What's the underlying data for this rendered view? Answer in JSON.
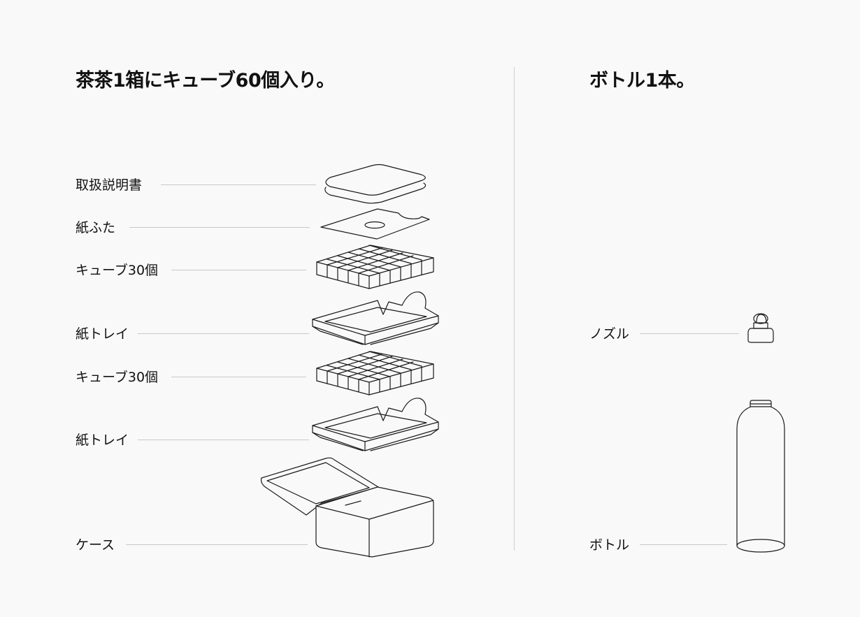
{
  "left_title": "茶茶1箱にキューブ60個入り。",
  "right_title": "ボトル1本。",
  "left_items": [
    {
      "label": "取扱説明書",
      "icon": "manual-icon"
    },
    {
      "label": "紙ふた",
      "icon": "paper-lid-icon"
    },
    {
      "label": "キューブ30個",
      "icon": "cube-block-icon"
    },
    {
      "label": "紙トレイ",
      "icon": "paper-tray-icon"
    },
    {
      "label": "キューブ30個",
      "icon": "cube-block-icon"
    },
    {
      "label": "紙トレイ",
      "icon": "paper-tray-icon"
    },
    {
      "label": "ケース",
      "icon": "case-icon"
    }
  ],
  "right_items": [
    {
      "label": "ノズル",
      "icon": "nozzle-icon"
    },
    {
      "label": "ボトル",
      "icon": "bottle-icon"
    }
  ]
}
